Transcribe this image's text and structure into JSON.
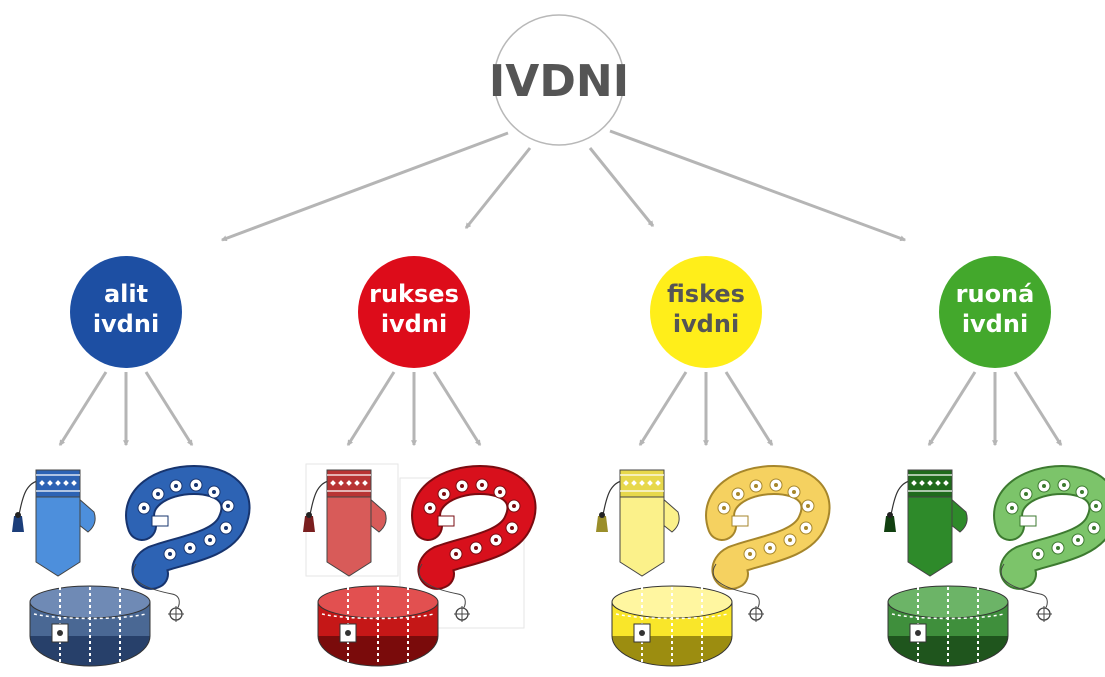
{
  "root": {
    "label": "IVDNI",
    "fill": "#ffffff",
    "stroke": "#b8b8b8",
    "text_color": "#555555"
  },
  "arrow_color": "#b5b5b5",
  "categories": [
    {
      "id": "alit",
      "line1": "alit",
      "line2": "ivdni",
      "color": "#1d4fa3",
      "text_color": "#ffffff",
      "mitten": {
        "main": "#4d8fdc",
        "cuff": "#2d63b4",
        "dark": "#1c3e7a"
      },
      "belt": {
        "main": "#2d63b4",
        "dark": "#17346e"
      },
      "box": {
        "main": "#4a6894",
        "dark": "#27406a",
        "light": "#6f8ab5"
      }
    },
    {
      "id": "rukses",
      "line1": "rukses",
      "line2": "ivdni",
      "color": "#dd0c1a",
      "text_color": "#ffffff",
      "mitten": {
        "main": "#d85b59",
        "cuff": "#b83434",
        "dark": "#7a1f1f"
      },
      "belt": {
        "main": "#d8101c",
        "dark": "#7a0b10"
      },
      "box": {
        "main": "#c51717",
        "dark": "#7a0b0b",
        "light": "#e25050"
      }
    },
    {
      "id": "fiskes",
      "line1": "fiskes",
      "line2": "ivdni",
      "color": "#ffee1a",
      "text_color": "#555555",
      "mitten": {
        "main": "#fbf18a",
        "cuff": "#e7d84c",
        "dark": "#9a8e2a"
      },
      "belt": {
        "main": "#f5d160",
        "dark": "#a6862b"
      },
      "box": {
        "main": "#f9e62a",
        "dark": "#9c8d10",
        "light": "#fff6a0"
      }
    },
    {
      "id": "ruona",
      "line1": "ruoná",
      "line2": "ivdni",
      "color": "#43a82c",
      "text_color": "#ffffff",
      "mitten": {
        "main": "#2e8a2a",
        "cuff": "#1f6a1c",
        "dark": "#114010"
      },
      "belt": {
        "main": "#7cc46a",
        "dark": "#3d7a30"
      },
      "box": {
        "main": "#3f8f3c",
        "dark": "#1f551d",
        "light": "#6cb467"
      }
    }
  ]
}
